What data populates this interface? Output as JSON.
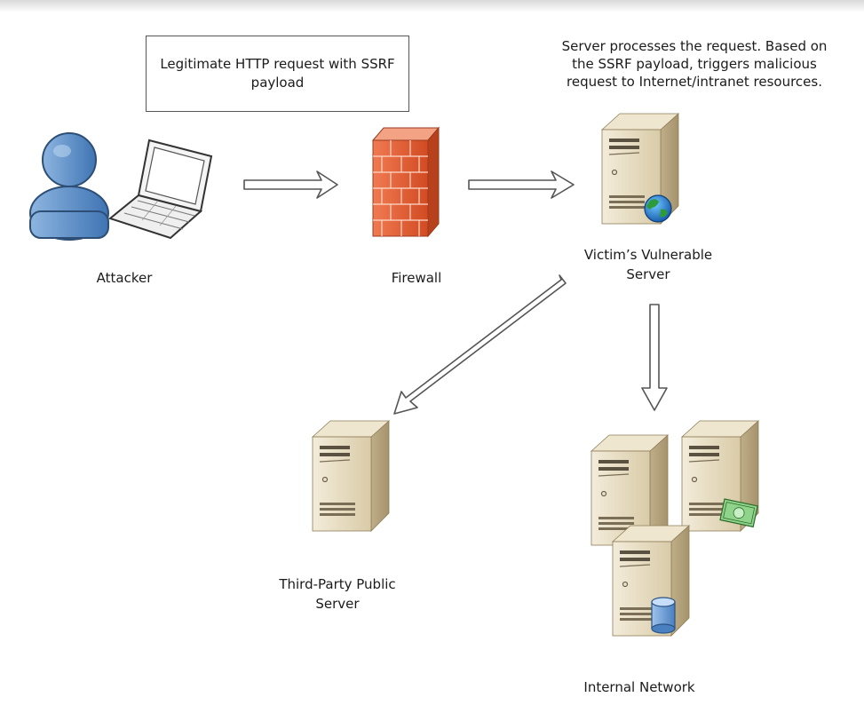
{
  "request_box": {
    "line1": "Legitimate HTTP request with SSRF",
    "line2": "payload"
  },
  "server_note": {
    "line1": "Server processes the request. Based on",
    "line2": "the SSRF payload, triggers malicious",
    "line3": "request to Internet/intranet resources."
  },
  "labels": {
    "attacker": "Attacker",
    "firewall": "Firewall",
    "victim_line1": "Victim’s Vulnerable",
    "victim_line2": "Server",
    "third_party_line1": "Third-Party Public",
    "third_party_line2": "Server",
    "internal": "Internal Network"
  },
  "icons": {
    "attacker": "user-icon",
    "laptop": "laptop-icon",
    "firewall": "firewall-icon",
    "victim_server": "web-server-icon",
    "third_party_server": "server-icon",
    "internal_servers": [
      "server-icon",
      "payment-server-icon",
      "database-server-icon"
    ]
  },
  "colors": {
    "person": "#5d8fc6",
    "firewall": "#e8603c",
    "server_body": "#e7dcc2",
    "arrow_fill": "#ffffff",
    "arrow_stroke": "#555555"
  }
}
